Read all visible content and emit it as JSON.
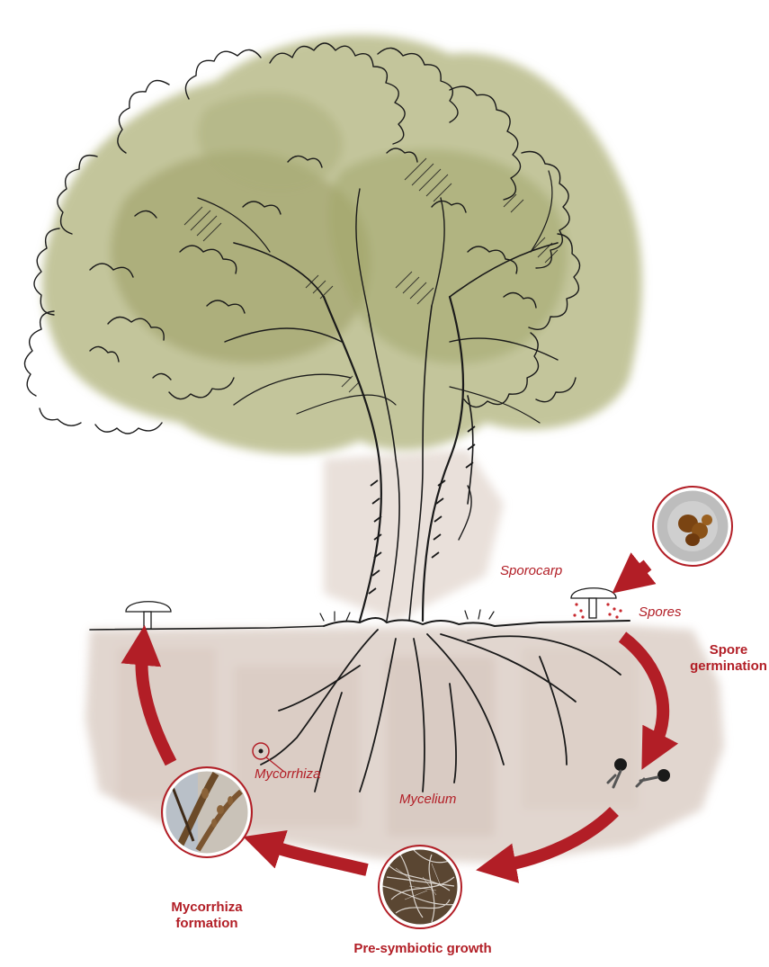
{
  "labels": {
    "sporocarp": "Sporocarp",
    "spores": "Spores",
    "spore_germination_line1": "Spore",
    "spore_germination_line2": "germination",
    "mycorrhiza": "Mycorrhiza",
    "mycelium": "Mycelium",
    "pre_symbiotic_growth": "Pre-symbiotic growth",
    "mycorrhiza_formation_line1": "Mycorrhiza",
    "mycorrhiza_formation_line2": "formation"
  },
  "colors": {
    "accent_red": "#b21e26",
    "canopy_green": "#a9ad7c",
    "soil_brown": "#cdbbb0",
    "ink": "#1a1a1a"
  },
  "icons": [
    "tree-illustration",
    "mushroom-icon",
    "spore-photo",
    "germinating-spore-icon",
    "mycelium-photo",
    "mycorrhiza-photo",
    "cycle-arrow"
  ]
}
